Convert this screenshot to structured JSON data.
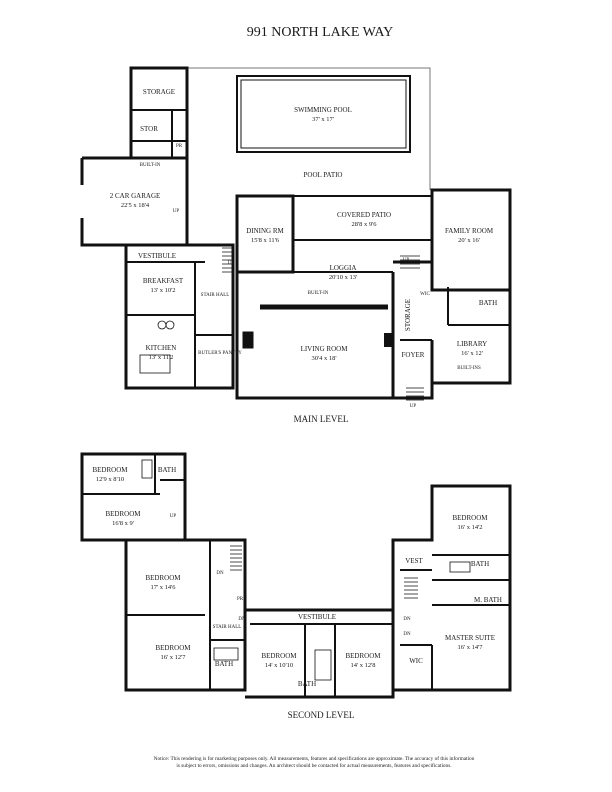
{
  "title": "991 NORTH LAKE WAY",
  "main_level": {
    "label": "MAIN LEVEL",
    "rooms": [
      {
        "name": "STORAGE"
      },
      {
        "name": "STOR"
      },
      {
        "name": "PR"
      },
      {
        "name": "BUILT-IN"
      },
      {
        "name": "SWIMMING POOL",
        "size": "37' x 17'"
      },
      {
        "name": "POOL PATIO"
      },
      {
        "name": "2 CAR GARAGE",
        "size": "22'5 x 18'4"
      },
      {
        "name": "UP"
      },
      {
        "name": "VESTIBULE"
      },
      {
        "name": "DINING RM",
        "size": "15'8 x 11'6"
      },
      {
        "name": "COVERED PATIO",
        "size": "28'8 x 9'6"
      },
      {
        "name": "FAMILY ROOM",
        "size": "20' x 16'"
      },
      {
        "name": "LOGGIA",
        "size": "20'10 x 13'"
      },
      {
        "name": "BUILT-IN"
      },
      {
        "name": "BREAKFAST",
        "size": "13' x 10'2"
      },
      {
        "name": "STAIR HALL"
      },
      {
        "name": "UP"
      },
      {
        "name": "UP"
      },
      {
        "name": "WIC"
      },
      {
        "name": "BATH"
      },
      {
        "name": "STORAGE"
      },
      {
        "name": "KITCHEN",
        "size": "13' x 11'2"
      },
      {
        "name": "BUTLER'S PANTRY"
      },
      {
        "name": "LIVING ROOM",
        "size": "30'4 x 18'"
      },
      {
        "name": "FOYER"
      },
      {
        "name": "LIBRARY",
        "size": "16' x 12'"
      },
      {
        "name": "BUILT-INS"
      },
      {
        "name": "UP"
      }
    ]
  },
  "second_level": {
    "label": "SECOND LEVEL",
    "rooms": [
      {
        "name": "BEDROOM",
        "size": "12'9 x 8'10"
      },
      {
        "name": "BATH"
      },
      {
        "name": "BEDROOM",
        "size": "16'8 x 9'"
      },
      {
        "name": "UP"
      },
      {
        "name": "BEDROOM",
        "size": "17' x 14'6"
      },
      {
        "name": "DN"
      },
      {
        "name": "PR"
      },
      {
        "name": "BEDROOM",
        "size": "16' x 12'7"
      },
      {
        "name": "STAIR HALL"
      },
      {
        "name": "DN"
      },
      {
        "name": "BATH"
      },
      {
        "name": "VESTIBULE"
      },
      {
        "name": "DN"
      },
      {
        "name": "BEDROOM",
        "size": "14' x 10'10"
      },
      {
        "name": "BEDROOM",
        "size": "14' x 12'8"
      },
      {
        "name": "BATH"
      },
      {
        "name": "BEDROOM",
        "size": "16' x 14'2"
      },
      {
        "name": "VEST"
      },
      {
        "name": "BATH"
      },
      {
        "name": "M. BATH"
      },
      {
        "name": "DN"
      },
      {
        "name": "MASTER SUITE",
        "size": "16' x 14'7"
      },
      {
        "name": "WIC"
      }
    ]
  },
  "notice": {
    "line1": "Notice: This rendering is for marketing purposes only. All measurements, features and specifications are approximate. The accuracy of this information",
    "line2": "is subject to errors, omissions and changes. An architect should be contacted for actual measurements, features and specifications."
  }
}
